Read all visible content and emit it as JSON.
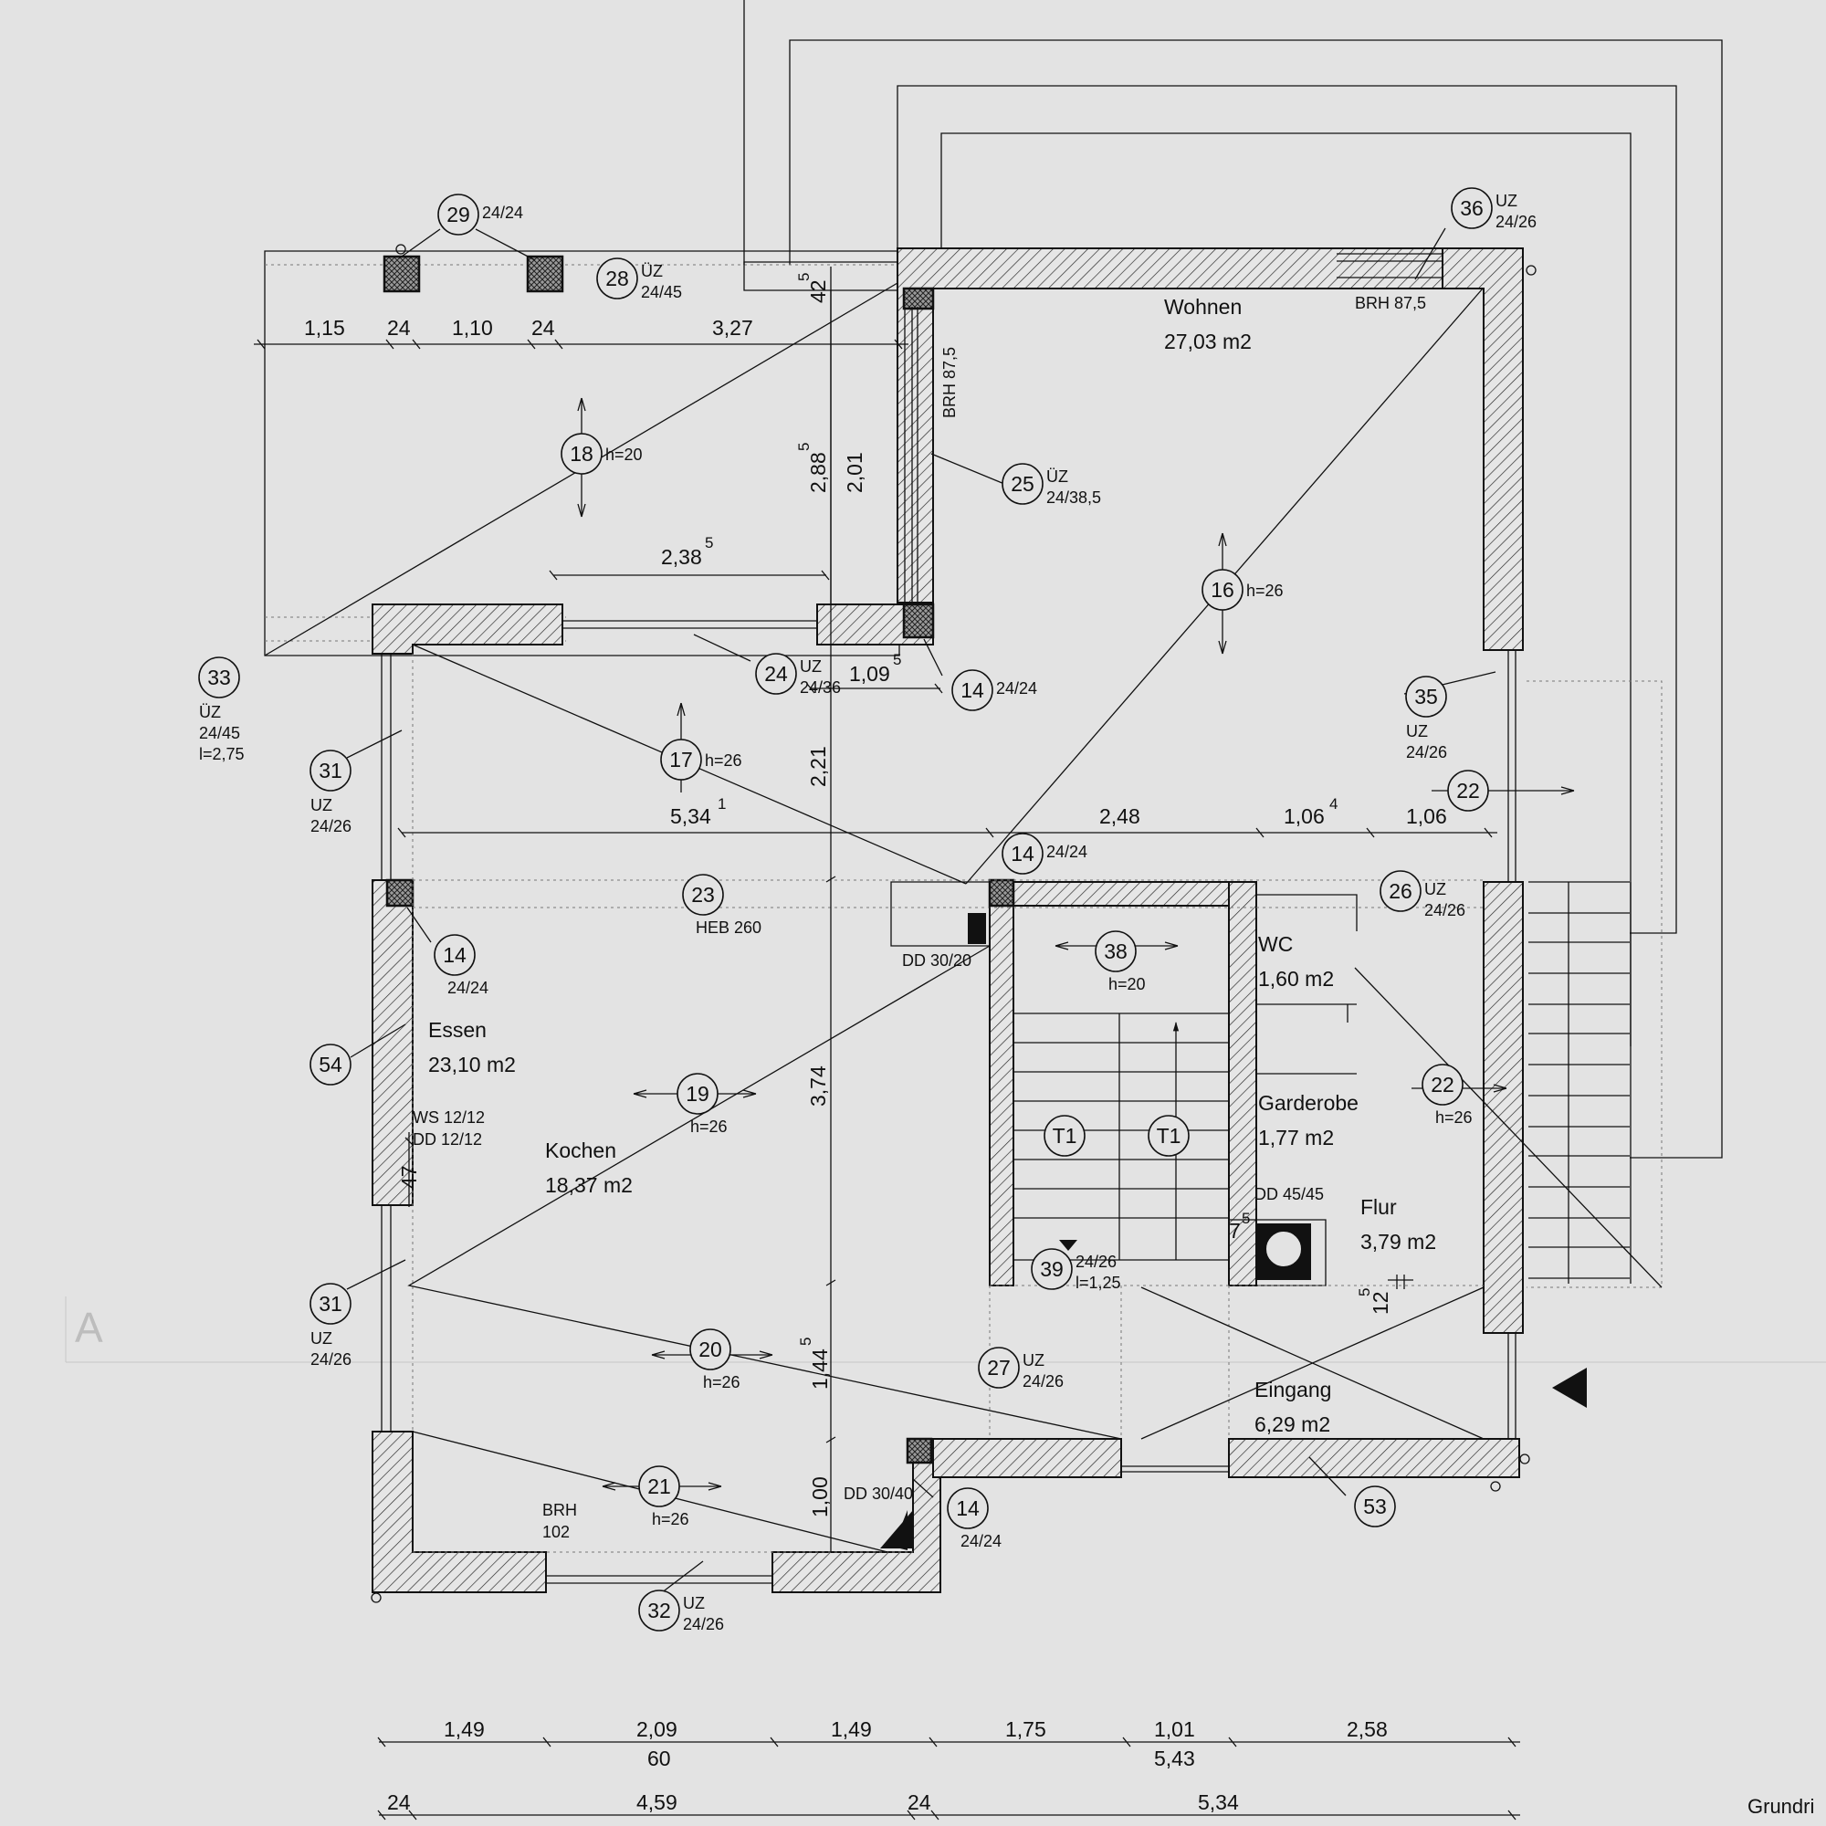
{
  "watermark": "A",
  "caption": "Grundri",
  "rooms": [
    {
      "name": "Wohnen",
      "area": "27,03 m2"
    },
    {
      "name": "Essen",
      "area": "23,10 m2"
    },
    {
      "name": "Kochen",
      "area": "18,37 m2"
    },
    {
      "name": "WC",
      "area": "1,60 m2"
    },
    {
      "name": "Garderobe",
      "area": "1,77 m2"
    },
    {
      "name": "Flur",
      "area": "3,79 m2"
    },
    {
      "name": "Eingang",
      "area": "6,29 m2"
    }
  ],
  "markers": [
    {
      "no": "29",
      "l1": "24/24",
      "l2": ""
    },
    {
      "no": "28",
      "l1": "ÜZ",
      "l2": "24/45"
    },
    {
      "no": "36",
      "l1": "UZ",
      "l2": "24/26"
    },
    {
      "no": "18",
      "l1": "h=20",
      "l2": ""
    },
    {
      "no": "25",
      "l1": "ÜZ",
      "l2": "24/38,5"
    },
    {
      "no": "16",
      "l1": "h=26",
      "l2": ""
    },
    {
      "no": "33",
      "l1": "ÜZ",
      "l2": "24/45",
      "l3": "l=2,75"
    },
    {
      "no": "24",
      "l1": "UZ",
      "l2": "24/36"
    },
    {
      "no": "14",
      "l1": "24/24",
      "l2": ""
    },
    {
      "no": "35",
      "l1": "UZ",
      "l2": "24/26"
    },
    {
      "no": "31",
      "l1": "UZ",
      "l2": "24/26"
    },
    {
      "no": "17",
      "l1": "h=26",
      "l2": ""
    },
    {
      "no": "22",
      "l1": "",
      "l2": ""
    },
    {
      "no": "14",
      "l1": "24/24",
      "l2": ""
    },
    {
      "no": "23",
      "l1": "HEB 260",
      "l2": ""
    },
    {
      "no": "26",
      "l1": "UZ",
      "l2": "24/26"
    },
    {
      "no": "14",
      "l1": "24/24",
      "l2": ""
    },
    {
      "no": "38",
      "l1": "h=20",
      "l2": ""
    },
    {
      "no": "54",
      "l1": "",
      "l2": ""
    },
    {
      "no": "19",
      "l1": "h=26",
      "l2": ""
    },
    {
      "no": "22",
      "l1": "h=26",
      "l2": ""
    },
    {
      "no": "T1",
      "l1": "",
      "l2": ""
    },
    {
      "no": "T1",
      "l1": "",
      "l2": ""
    },
    {
      "no": "39",
      "l1": "24/26",
      "l2": "l=1,25"
    },
    {
      "no": "31",
      "l1": "UZ",
      "l2": "24/26"
    },
    {
      "no": "20",
      "l1": "h=26",
      "l2": ""
    },
    {
      "no": "27",
      "l1": "UZ",
      "l2": "24/26"
    },
    {
      "no": "21",
      "l1": "h=26",
      "l2": ""
    },
    {
      "no": "14",
      "l1": "24/24",
      "l2": ""
    },
    {
      "no": "53",
      "l1": "",
      "l2": ""
    },
    {
      "no": "32",
      "l1": "UZ",
      "l2": "24/26"
    }
  ],
  "labels": {
    "brh_top": "BRH 87,5",
    "brh_side": "BRH 87,5",
    "dd_3020": "DD 30/20",
    "ws": "WS 12/12",
    "dd_1212": "DD 12/12",
    "dd_4545": "DD 45/45",
    "dd_3040": "DD 30/40",
    "brh_102_a": "BRH",
    "brh_102_b": "102"
  },
  "dims": {
    "top": [
      "1,15",
      "24",
      "1,10",
      "24",
      "3,27"
    ],
    "d42": "42",
    "d42sup": "5",
    "d288": "2,88",
    "d288sup": "5",
    "d201": "2,01",
    "d238": "2,38",
    "d238sup": "5",
    "d109": "1,09",
    "d109sup": "5",
    "d221": "2,21",
    "d534": "5,34",
    "d534sup": "1",
    "d248": "2,48",
    "d106a": "1,06",
    "d106asup": "4",
    "d106b": "1,06",
    "d374": "3,74",
    "d47": "47",
    "d7": "7",
    "d7sup": "5",
    "d12": "12",
    "d12sup": "5",
    "d144": "1,44",
    "d144sup": "5",
    "d100": "1,00",
    "bottom1": [
      "1,49",
      "2,09",
      "1,49",
      "1,75",
      "1,01",
      "2,58"
    ],
    "bottom1sub": [
      "60",
      "5,43"
    ],
    "bottom2": [
      "24",
      "4,59",
      "24",
      "5,34"
    ]
  }
}
